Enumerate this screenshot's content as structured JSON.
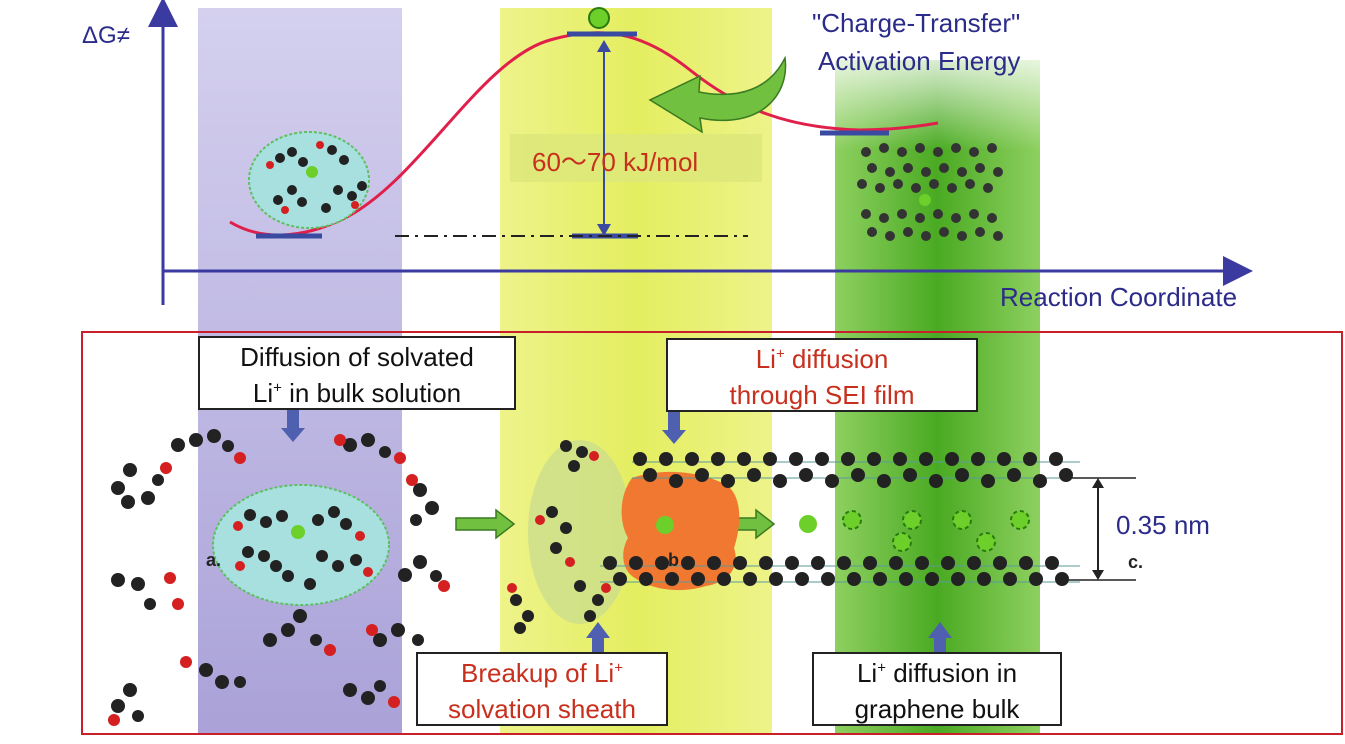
{
  "y_axis_label": "ΔG≠",
  "x_axis_label": "Reaction Coordinate",
  "activation_title_1": "\"Charge-Transfer\"",
  "activation_title_2": "Activation Energy",
  "activation_value": "60～70 kJ/mol",
  "box_diffusion_line1": "Diffusion of solvated",
  "box_diffusion_line2_prefix": "Li",
  "box_diffusion_line2_sup": "+",
  "box_diffusion_line2_suffix": " in bulk solution",
  "box_sei_line1_prefix": "Li",
  "box_sei_line1_sup": "+",
  "box_sei_line1_suffix": " diffusion",
  "box_sei_line2": "through SEI film",
  "box_breakup_line1_prefix": "Breakup of Li",
  "box_breakup_line1_sup": "+",
  "box_breakup_line2": "solvation sheath",
  "box_graphene_line1_prefix": "Li",
  "box_graphene_line1_sup": "+",
  "box_graphene_line1_suffix": " diffusion in",
  "box_graphene_line2": "graphene bulk",
  "interlayer_spacing": "0.35 nm",
  "marker_a": "a.",
  "marker_b": "b",
  "marker_c": "c.",
  "colors": {
    "axis": "#3a3aa0",
    "curve": "#e0204a",
    "title_text": "#2b2b8a",
    "red_text": "#c8301e",
    "panel_border": "#c8202a",
    "purple_band": "#b8b0e0",
    "yellow_band": "#e8f070",
    "green_band": "#58b830",
    "lithium": "#6ccf2a",
    "sei": "#f07830"
  }
}
